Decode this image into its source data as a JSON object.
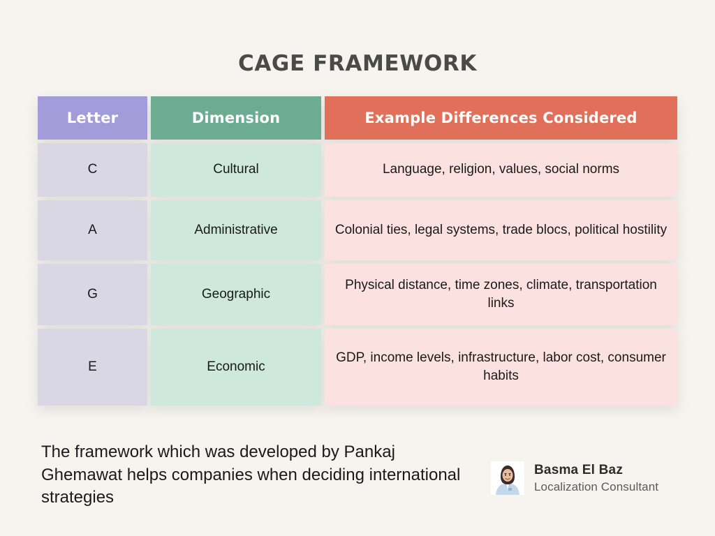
{
  "page": {
    "title": "CAGE FRAMEWORK",
    "background_color": "#F7F4F0",
    "title_color": "#4A4A48"
  },
  "table": {
    "headers": [
      {
        "label": "Letter",
        "color": "#A39CDB"
      },
      {
        "label": "Dimension",
        "color": "#6BAC92"
      },
      {
        "label": "Example Differences Considered",
        "color": "#E0705A"
      }
    ],
    "body_colors": {
      "letter": "#D9D7E4",
      "dimension": "#CFE8DE",
      "example": "#FCE1E1"
    },
    "rows": [
      {
        "letter": "C",
        "dimension": "Cultural",
        "example": "Language, religion, values, social norms"
      },
      {
        "letter": "A",
        "dimension": "Administrative",
        "example": "Colonial ties, legal systems, trade blocs, political hostility"
      },
      {
        "letter": "G",
        "dimension": "Geographic",
        "example": "Physical distance, time zones, climate, transportation links"
      },
      {
        "letter": "E",
        "dimension": "Economic",
        "example": "GDP, income levels, infrastructure, labor cost, consumer habits"
      }
    ]
  },
  "caption": {
    "text": "The framework which was developed by Pankaj Ghemawat helps companies when deciding international strategies"
  },
  "author": {
    "name": "Basma El Baz",
    "role": "Localization Consultant",
    "avatar_icon": "person-photo-avatar"
  }
}
